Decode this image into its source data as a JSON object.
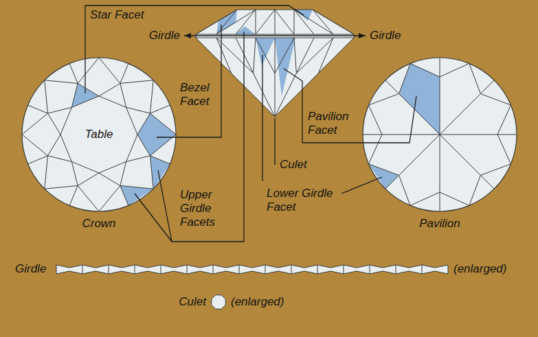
{
  "diagram": {
    "labels": [
      "Star Facet",
      "Girdle",
      "Girdle",
      "Bezel Facet",
      "Pavilion Facet",
      "Table",
      "Culet",
      "Upper Girdle Facets",
      "Lower Girdle Facet",
      "Crown",
      "Pavilion",
      "Girdle",
      "(enlarged)",
      "Culet",
      "(enlarged)"
    ]
  }
}
